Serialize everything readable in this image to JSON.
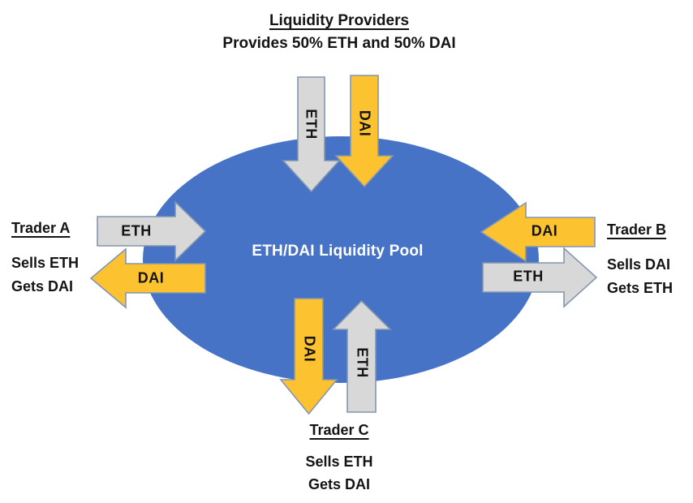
{
  "colors": {
    "pool_blue": "#4673c5",
    "eth_gray": "#d8d8d8",
    "dai_gold": "#fcc230",
    "arrow_outline": "#8496b0",
    "text_black": "#141414",
    "pool_text_white": "#ffffff"
  },
  "header": {
    "title": "Liquidity Providers",
    "subtitle": "Provides 50% ETH and 50% DAI"
  },
  "pool": {
    "label": "ETH/DAI Liquidity Pool"
  },
  "arrow_labels": {
    "lp_eth_in": "ETH",
    "lp_dai_in": "DAI",
    "trader_a_eth_in": "ETH",
    "trader_a_dai_out": "DAI",
    "trader_b_dai_in": "DAI",
    "trader_b_eth_out": "ETH",
    "trader_c_dai_out": "DAI",
    "trader_c_eth_in": "ETH"
  },
  "traders": {
    "a": {
      "name": "Trader A",
      "line1": "Sells ETH",
      "line2": "Gets DAI"
    },
    "b": {
      "name": "Trader B",
      "line1": "Sells DAI",
      "line2": "Gets ETH"
    },
    "c": {
      "name": "Trader C",
      "line1": "Sells ETH",
      "line2": "Gets DAI"
    }
  }
}
